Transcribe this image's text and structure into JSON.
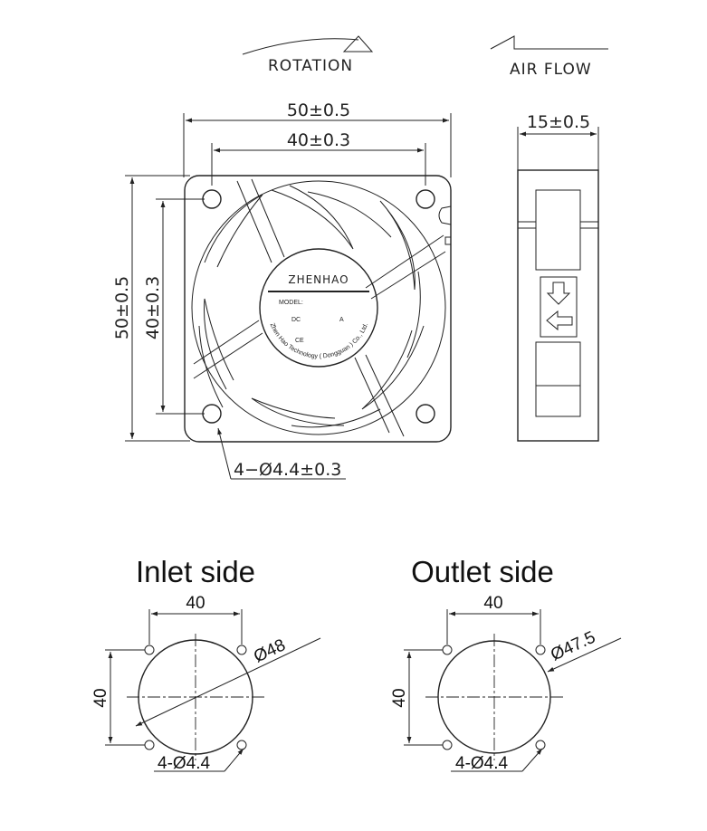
{
  "header": {
    "rotation_label": "ROTATION",
    "airflow_label": "AIR FLOW"
  },
  "front_view": {
    "overall_width": "50±0.5",
    "hole_spacing_width": "40±0.3",
    "overall_height": "50±0.5",
    "hole_spacing_height": "40±0.3",
    "hole_callout": "4−Ø4.4±0.3",
    "label": {
      "brand": "ZHENHAO",
      "model": "MODEL:",
      "dc": "DC",
      "amp": "A",
      "ce": "CE",
      "company": "Zhen Hao Technology ( Dongguan ) Co., Ltd."
    }
  },
  "side_view": {
    "depth": "15±0.5"
  },
  "inlet": {
    "title": "Inlet side",
    "hole_spacing_h": "40",
    "hole_spacing_v": "40",
    "diameter": "Ø48",
    "holes": "4-Ø4.4"
  },
  "outlet": {
    "title": "Outlet side",
    "hole_spacing_h": "40",
    "hole_spacing_v": "40",
    "diameter": "Ø47.5",
    "holes": "4-Ø4.4"
  }
}
